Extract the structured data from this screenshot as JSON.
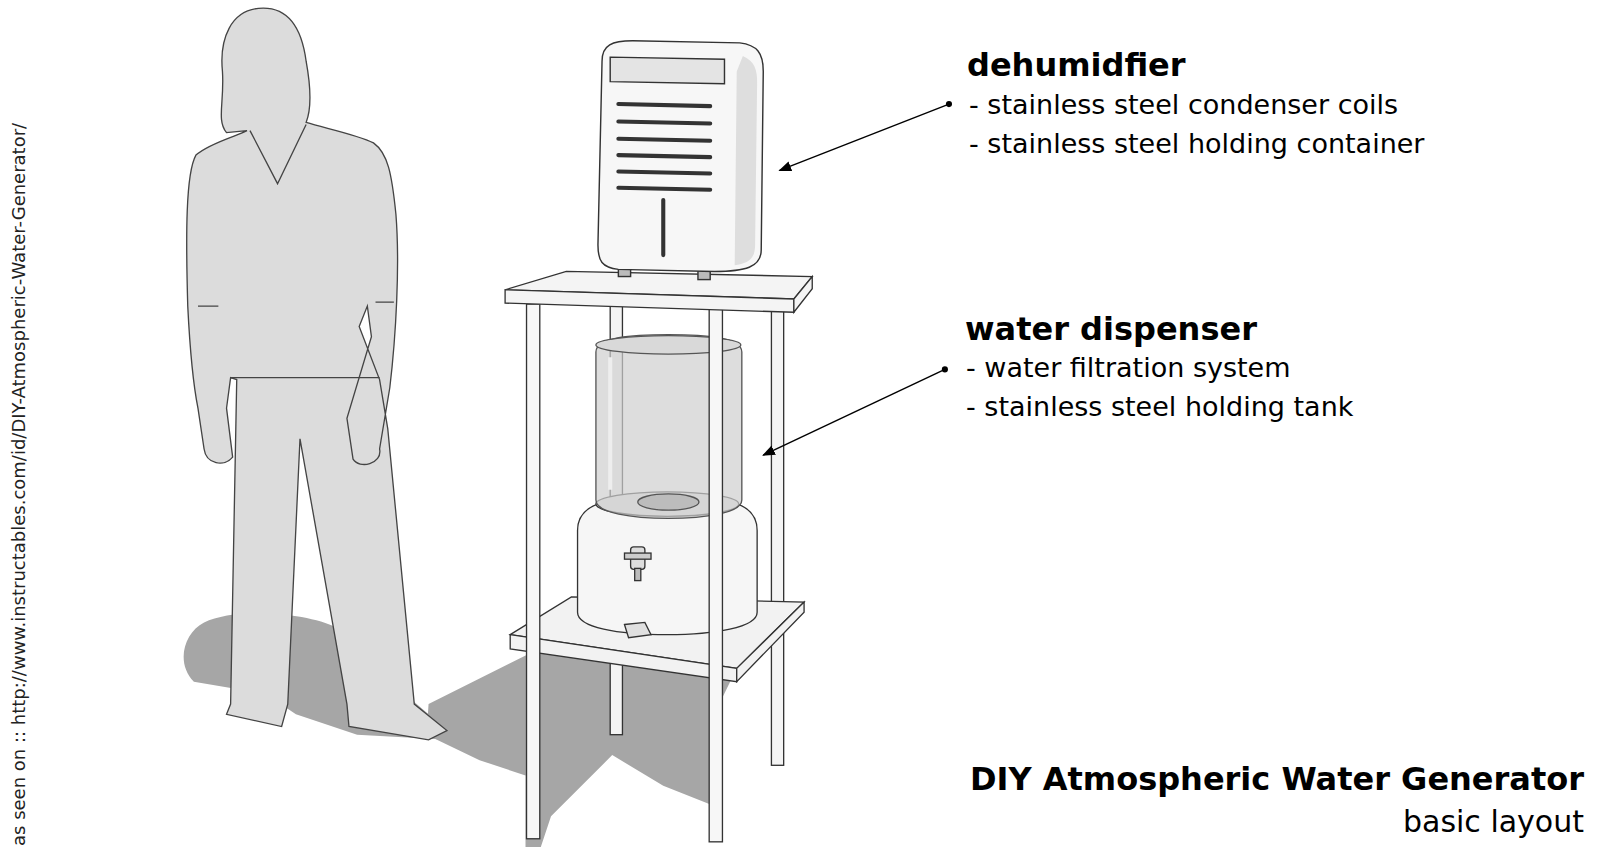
{
  "diagram": {
    "title": "DIY Atmospheric Water Generator",
    "caption": "basic layout",
    "labels": [
      "as seen on :: http://www.instructables.com/id/DIY-Atmospheric-Water-Generator/",
      "dehumidfier",
      "- stainless steel condenser coils",
      "- stainless steel holding container",
      "water dispenser",
      "- water filtration system",
      "- stainless steel holding tank"
    ]
  }
}
